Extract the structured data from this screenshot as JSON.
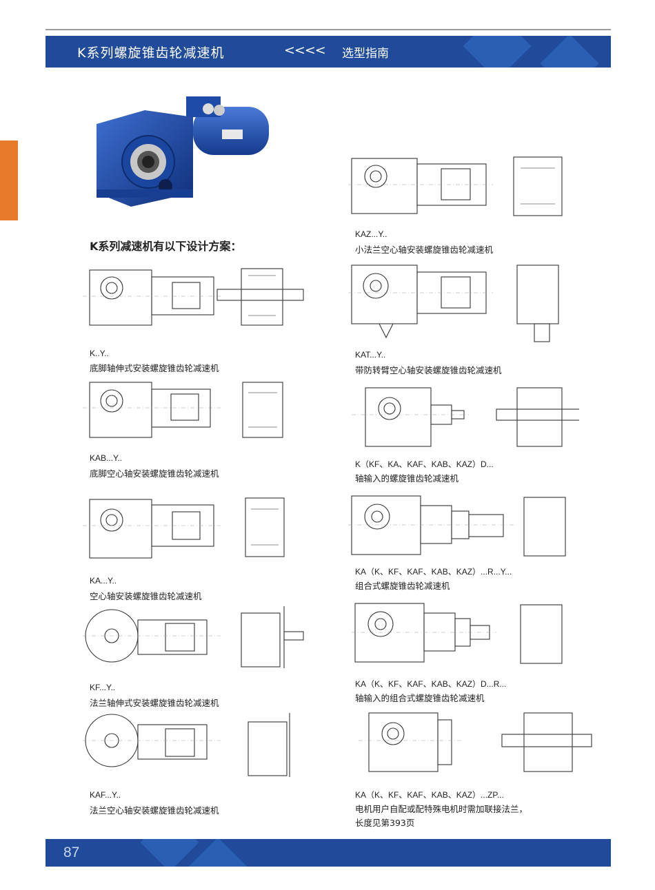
{
  "header": {
    "title": "K系列螺旋锥齿轮减速机",
    "arrows": "<<<<",
    "subtitle": "选型指南"
  },
  "intro": "K系列减速机有以下设计方案：",
  "left_items": [
    {
      "code": "K..Y..",
      "desc": "底脚轴伸式安装螺旋锥齿轮减速机"
    },
    {
      "code": "KAB...Y..",
      "desc": "底脚空心轴安装螺旋锥齿轮减速机"
    },
    {
      "code": "KA...Y..",
      "desc": "空心轴安装螺旋锥齿轮减速机"
    },
    {
      "code": "KF...Y..",
      "desc": "法兰轴伸式安装螺旋锥齿轮减速机"
    },
    {
      "code": "KAF...Y..",
      "desc": "法兰空心轴安装螺旋锥齿轮减速机"
    }
  ],
  "right_items": [
    {
      "code": "KAZ...Y..",
      "desc": "小法兰空心轴安装螺旋锥齿轮减速机"
    },
    {
      "code": "KAT...Y..",
      "desc": "带防转臂空心轴安装螺旋锥齿轮减速机"
    },
    {
      "code": "K（KF、KA、KAF、KAB、KAZ）D...",
      "desc": "轴输入的螺旋锥齿轮减速机"
    },
    {
      "code": "KA（K、KF、KAF、KAB、KAZ）...R...Y...",
      "desc": "组合式螺旋锥齿轮减速机"
    },
    {
      "code": "KA（K、KF、KAF、KAB、KAZ）D...R...",
      "desc": "轴输入的组合式螺旋锥齿轮减速机"
    },
    {
      "code": "KA（K、KF、KAF、KAB、KAZ）...ZP...",
      "desc": "电机用户自配或配特殊电机时需加联接法兰，",
      "desc2": "长度见第393页"
    }
  ],
  "page_number": "87",
  "colors": {
    "band": "#1f4b9a",
    "band_accent": "#2a5fb4",
    "side_tab": "#e67a2a",
    "gearbox": "#1e4aa8"
  }
}
